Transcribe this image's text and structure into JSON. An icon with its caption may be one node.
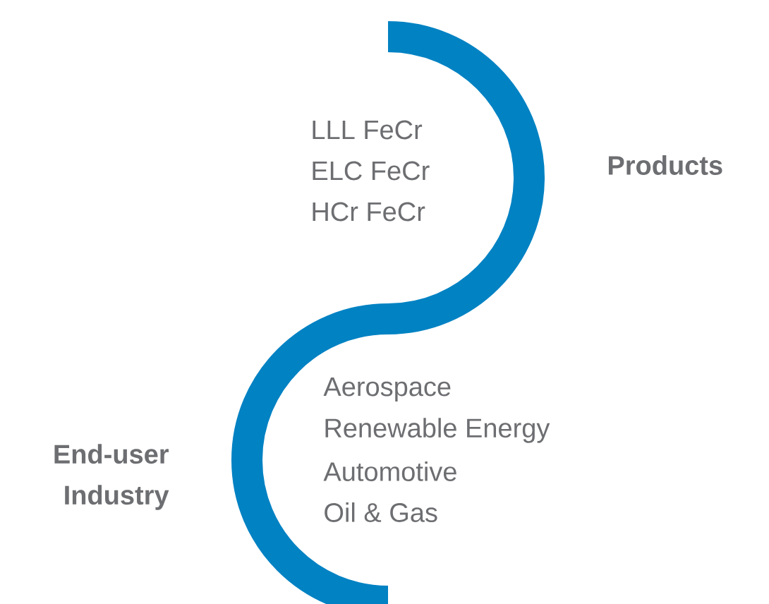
{
  "diagram": {
    "labels": [
      "LLL FeCr",
      "ELC FeCr",
      "HCr FeCr",
      "Products",
      "End-user Industry",
      "Aerospace",
      "Renewable Energy",
      "Automotive",
      "Oil & Gas"
    ]
  }
}
